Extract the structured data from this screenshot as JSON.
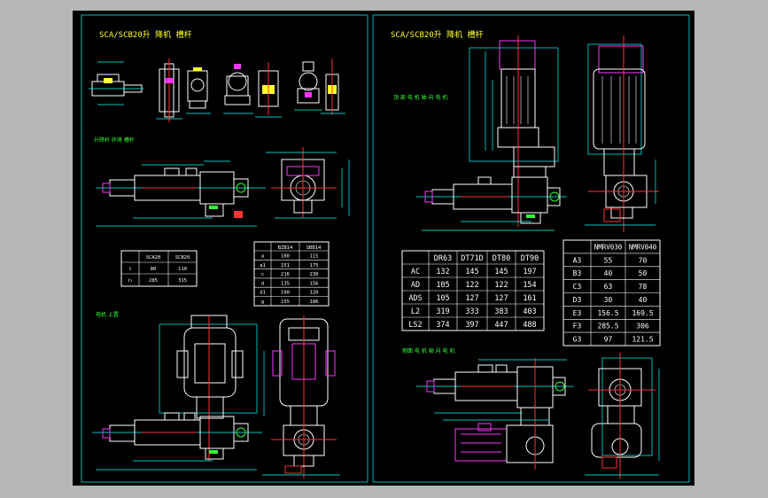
{
  "colors": {
    "background": "#000000",
    "frame": "#00ffff",
    "line": "#ffffff",
    "dimension": "#00ffff",
    "accent": "#ff33ff",
    "text_title": "#ffff33",
    "text_note": "#33ff33",
    "outer": "#b6b6b6"
  },
  "left_sheet": {
    "title": "SCA/SCB20升 降机 槽杆",
    "section_inline": "升降杆 环境 槽杆",
    "section_motor": "电机 上置",
    "small_table": {
      "headers": [
        "",
        "SCA20",
        "SCB20"
      ],
      "rows": [
        [
          "ℓ",
          "80",
          "110"
        ],
        [
          "ℓ₁",
          "285",
          "315"
        ]
      ]
    },
    "right_table": {
      "headers": [
        "",
        "BZB14",
        "SBB14"
      ],
      "rows": [
        [
          "a",
          "100",
          "115"
        ],
        [
          "a1",
          "151",
          "175"
        ],
        [
          "c",
          "216",
          "230"
        ],
        [
          "d",
          "135",
          "156"
        ],
        [
          "d1",
          "100",
          "120"
        ],
        [
          "g",
          "155",
          "186"
        ]
      ]
    }
  },
  "right_sheet": {
    "title": "SCA/SCB20升 降机 槽杆",
    "section_motor_top": "顶 部 电 机 轴 向 电 机",
    "section_side": "侧面 电 机 轴 向 电 机",
    "motor_table": {
      "headers": [
        "",
        "DR63",
        "DT71D",
        "DT80",
        "DT90"
      ],
      "rows": [
        [
          "AC",
          "132",
          "145",
          "145",
          "197"
        ],
        [
          "AD",
          "105",
          "122",
          "122",
          "154"
        ],
        [
          "ADS",
          "105",
          "127",
          "127",
          "161"
        ],
        [
          "L2",
          "319",
          "333",
          "383",
          "403"
        ],
        [
          "LS2",
          "374",
          "397",
          "447",
          "488"
        ]
      ]
    },
    "nmrv_table": {
      "headers": [
        "",
        "NMRV030",
        "NMRV040"
      ],
      "rows": [
        [
          "A3",
          "55",
          "70"
        ],
        [
          "B3",
          "40",
          "50"
        ],
        [
          "C3",
          "63",
          "78"
        ],
        [
          "D3",
          "30",
          "40"
        ],
        [
          "E3",
          "156.5",
          "169.5"
        ],
        [
          "F3",
          "285.5",
          "306"
        ],
        [
          "G3",
          "97",
          "121.5"
        ]
      ]
    }
  }
}
